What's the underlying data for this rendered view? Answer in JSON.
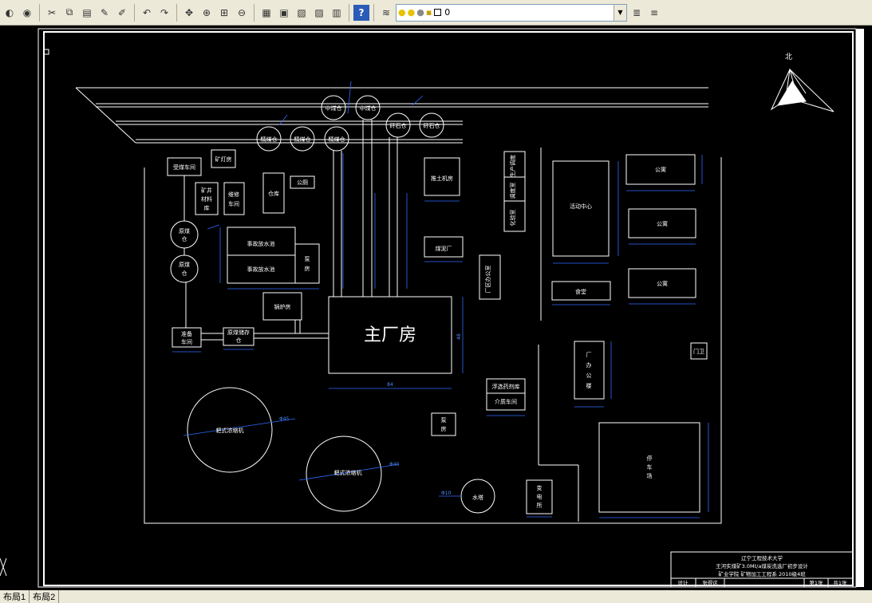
{
  "toolbar": {
    "layer_value": "0"
  },
  "tabs": [
    "布局1",
    "布局2"
  ],
  "north_label": "北",
  "buildings": {
    "silo_mid1": "中煤仓",
    "silo_mid2": "中煤仓",
    "silo_fine1": "精煤仓",
    "silo_fine2": "精煤仓",
    "silo_fine3": "精煤仓",
    "silo_gangue1": "矸石仓",
    "silo_gangue2": "矸石仓",
    "coal_receive": "受煤车间",
    "lamp_room": "矿灯房",
    "mine_material_1": "矿井",
    "mine_material_2": "材料",
    "mine_material_3": "库",
    "repair_1": "维修",
    "repair_2": "车间",
    "warehouse": "仓库",
    "toilet": "公厕",
    "raw_silo1_1": "原煤",
    "raw_silo1_2": "仓",
    "raw_silo2_1": "原煤",
    "raw_silo2_2": "仓",
    "accident_pool1": "事故放水池",
    "accident_pool2": "事故放水池",
    "pump_room1_1": "泵",
    "pump_room1_2": "房",
    "boiler": "锅炉房",
    "prep_1": "准备",
    "prep_2": "车间",
    "raw_storage_1": "原煤储存",
    "raw_storage_2": "仓",
    "main_plant": "主厂房",
    "bulldozer": "推土机房",
    "slime_plant": "煤泥厂",
    "office_plant": "厂区办公室",
    "production_1": "生产调度",
    "production_2": "调度室",
    "production_3": "化验室",
    "activity_center": "活动中心",
    "apartment1": "公寓",
    "apartment2": "公寓",
    "apartment3": "公寓",
    "canteen": "食堂",
    "gate": "门卫",
    "office_building_1": "厂",
    "office_building_2": "办",
    "office_building_3": "公",
    "office_building_4": "楼",
    "flotation_1": "浮选药剂库",
    "flotation_2": "介质车间",
    "pump_room2_1": "泵",
    "pump_room2_2": "房",
    "thickener1": "耙式浓缩机",
    "thickener2": "耙式浓缩机",
    "water_tower": "水塔",
    "substation_1": "变",
    "substation_2": "电",
    "substation_3": "所",
    "parking_1": "停",
    "parking_2": "车",
    "parking_3": "场"
  },
  "title_block": {
    "university": "辽宁工程技术大学",
    "project": "王河实煤矿3.0Mt/a煤炭洗选厂初步设计",
    "dept": "矿业学院  矿物加工工程系 2010级4班",
    "designer_label": "设计",
    "designer": "张得这",
    "sheet_label": "第1张",
    "total_label": "共1张"
  },
  "dims": {
    "main_plant_w": "84",
    "main_plant_h": "48",
    "thickener1": "Φ45",
    "thickener2": "Φ40",
    "tower": "Φ10"
  }
}
